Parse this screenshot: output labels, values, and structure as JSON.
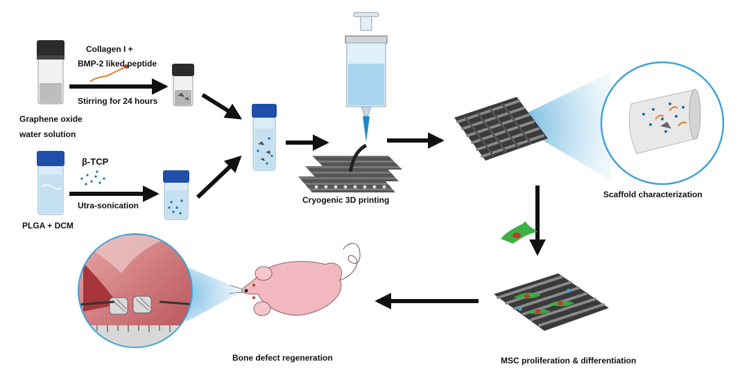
{
  "labels": {
    "collagen": "Collagen I +",
    "bmp": "BMP-2 liked peptide",
    "stirring": "Stirring for 24 hours",
    "go_line1": "Graphene oxide",
    "go_line2": "water solution",
    "btcp": "β-TCP",
    "sonication": "Utra-sonication",
    "plga": "PLGA + DCM",
    "cryo": "Cryogenic 3D printing",
    "scaffold_char": "Scaffold characterization",
    "msc": "MSC proliferation & differentiation",
    "bone": "Bone defect regeneration"
  },
  "colors": {
    "arrow": "#111111",
    "vial_cap_dark": "#2b2b2b",
    "vial_cap_blue": "#1f4fa8",
    "liquid_grey": "#b9b9b9",
    "liquid_blue": "#cfe6f3",
    "particle_blue": "#1a6fa8",
    "scaffold": "#4a4a4a",
    "zoom_blue": "#3ea2d8",
    "mouse_pink": "#f2b8c0",
    "cell_green": "#3cb043",
    "cell_red": "#c0392b"
  },
  "icons": {
    "go_vial": "graphene-oxide-vial-icon",
    "go_mixed_vial": "mixed-graphene-vial-icon",
    "plga_vial": "plga-vial-icon",
    "tcp_vial": "tcp-vial-icon",
    "combined_vial": "combined-vial-icon",
    "syringe": "syringe-icon",
    "printed_strands": "printed-strands-icon",
    "scaffold": "scaffold-grid-icon",
    "zoom": "scaffold-zoom-icon",
    "cell": "msc-cell-icon",
    "seeded_scaffold": "cell-seeded-scaffold-icon",
    "mouse": "mouse-icon",
    "surgery": "surgery-photo-icon"
  }
}
